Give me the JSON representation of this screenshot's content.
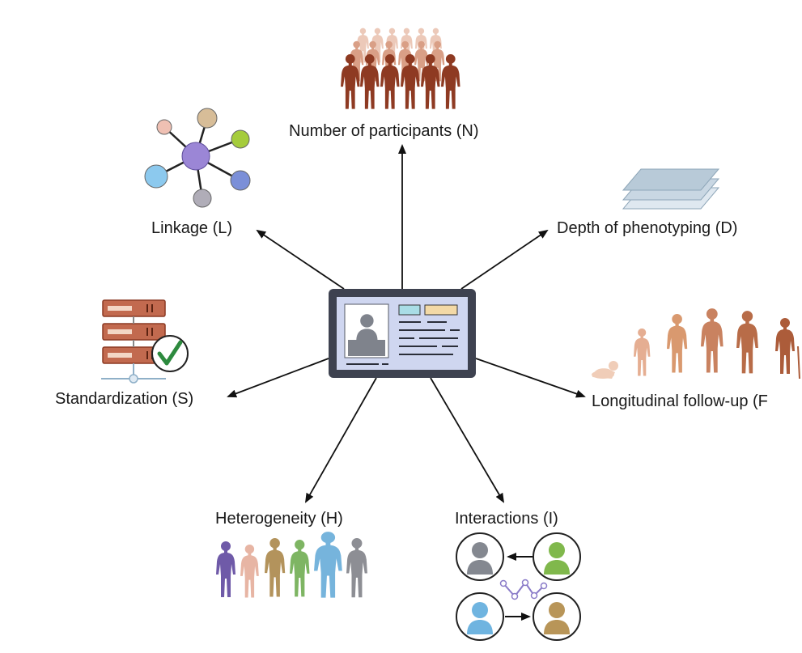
{
  "labels": {
    "number_of_participants": "Number of participants (N)",
    "depth_of_phenotyping": "Depth of phenotyping (D)",
    "linkage": "Linkage (L)",
    "standardization": "Standardization (S)",
    "longitudinal_follow_up": "Longitudinal follow-up (F",
    "heterogeneity": "Heterogeneity (H)",
    "interactions": "Interactions (I)"
  },
  "colors": {
    "arrow": "#111111",
    "participants_dark": "#8e3a22",
    "participants_light": "#e2b9a6",
    "layers": "#b8cad8",
    "node_center": "#9b86d6",
    "server": "#b85f45",
    "check": "#2d8a3e",
    "lifespan": "#c98c68",
    "screen_bg": "#3e4250",
    "screen_panel": "#cfd6f0"
  },
  "icons": {
    "center": "id-card-monitor-icon",
    "participants": "crowd-icon",
    "depth": "layers-icon",
    "linkage": "network-nodes-icon",
    "standardization": "server-check-icon",
    "longitudinal": "lifespan-icon",
    "heterogeneity": "diverse-people-icon",
    "interactions": "person-interaction-icon"
  }
}
